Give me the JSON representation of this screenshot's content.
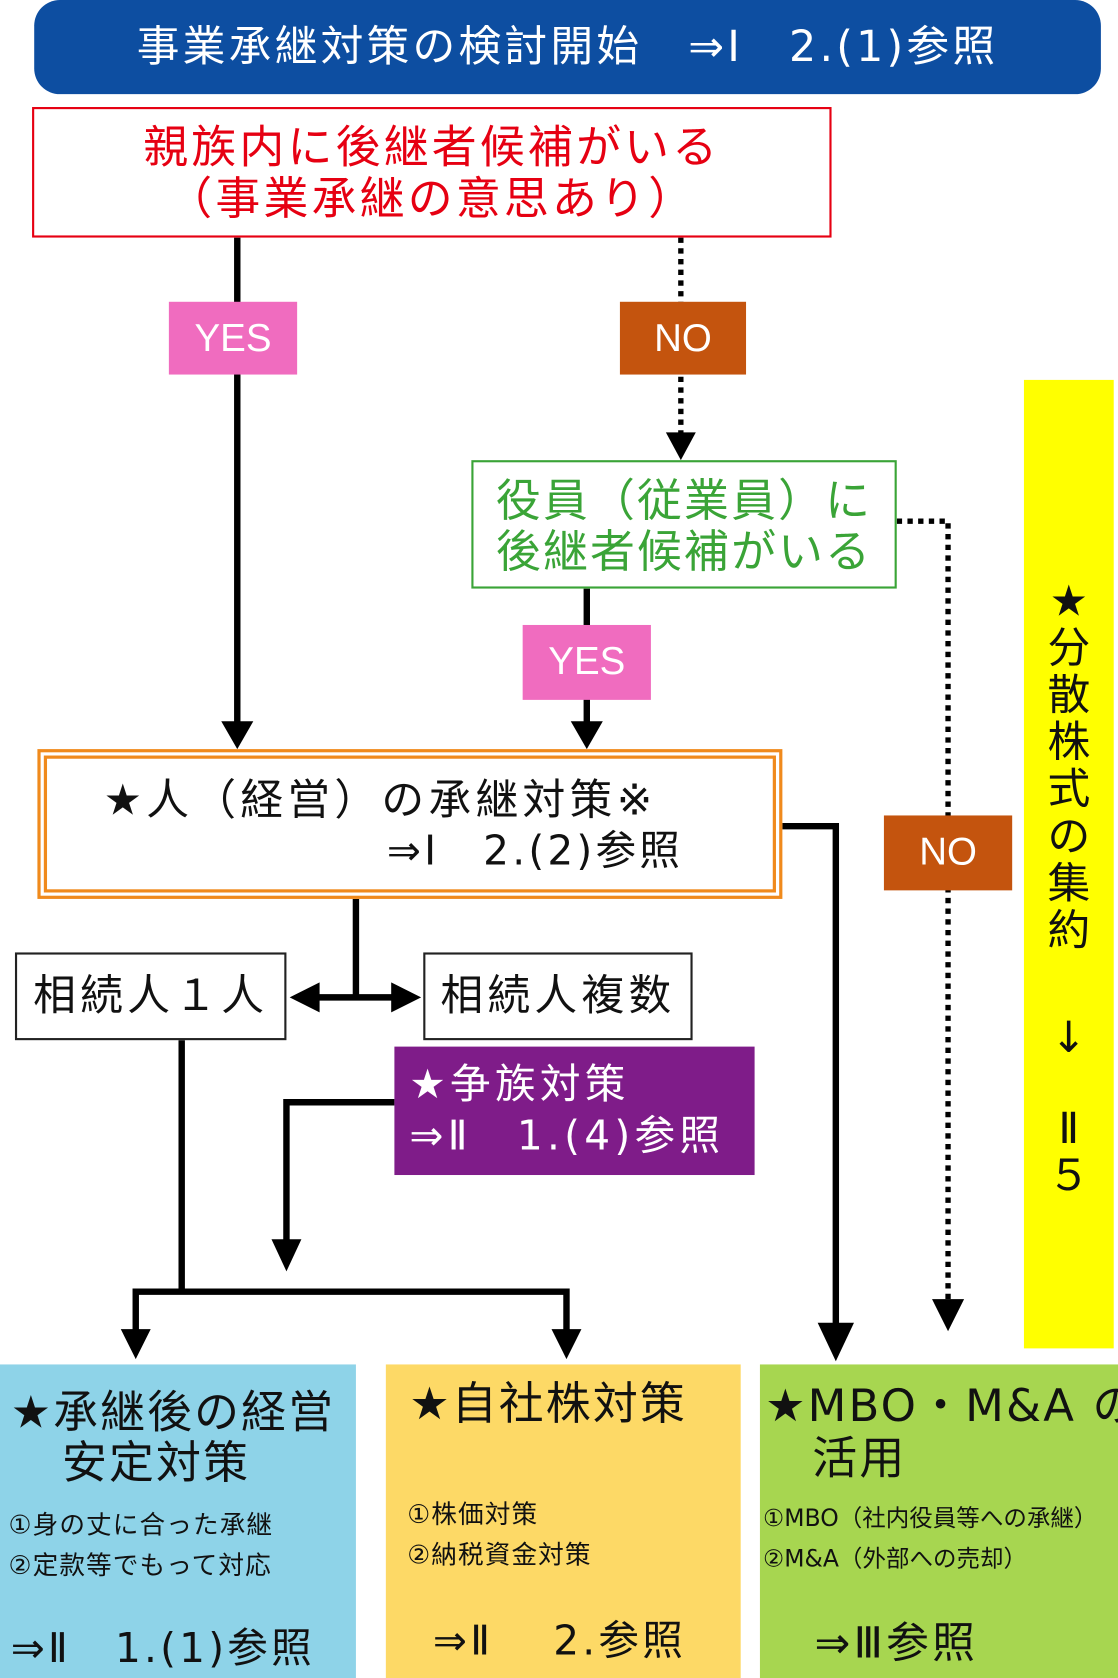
{
  "header": {
    "title": "事業承継対策の検討開始　⇒Ⅰ　2.(1)参照"
  },
  "nodes": {
    "family_successor": {
      "line1": "親族内に後継者候補がいる",
      "line2": "（事業承継の意思あり）"
    },
    "employee_successor": {
      "line1": "役員（従業員）に",
      "line2": "後継者候補がいる"
    },
    "management_succession": {
      "line1": "★人（経営）の承継対策※",
      "line2": "⇒Ⅰ　2.(2)参照"
    },
    "single_heir": {
      "label": "相続人１人"
    },
    "multiple_heirs": {
      "label": "相続人複数"
    },
    "inheritance_dispute": {
      "line1": "★争族対策",
      "line2": "⇒Ⅱ　1.(4)参照"
    },
    "dispersed_shares": {
      "title": "★分散株式の集約",
      "arrow": "↓",
      "ref": "Ⅱ５"
    }
  },
  "edge_labels": {
    "family_yes": "YES",
    "family_no": "NO",
    "employee_yes": "YES",
    "employee_no": "NO"
  },
  "outcomes": [
    {
      "heading1": "★承継後の経営",
      "heading2": "安定対策",
      "items": [
        "①身の丈に合った承継",
        "②定款等でもって対応"
      ],
      "ref": "⇒Ⅱ　1.(1)参照"
    },
    {
      "heading1": "★自社株対策",
      "items": [
        "①株価対策",
        "②納税資金対策"
      ],
      "ref": "⇒Ⅱ　 2.参照"
    },
    {
      "heading1": "★MBO・M&A の",
      "heading2": "活用",
      "items": [
        "①MBO（社内役員等への承継）",
        "②M&A（外部への売却）"
      ],
      "ref": "⇒Ⅲ参照"
    }
  ],
  "colors": {
    "banner": "#0d4ea1",
    "family_border_text": "#e60012",
    "yes_label": "#f06cbf",
    "no_label": "#c4540e",
    "employee_border_text": "#3aa437",
    "succession_border": "#f08a1c",
    "dispute_fill": "#7f1c89",
    "dispersed_fill": "#ffff00",
    "outcome_stability": "#8ed3e8",
    "outcome_shares": "#fdd966",
    "outcome_mbo": "#a7d650"
  }
}
